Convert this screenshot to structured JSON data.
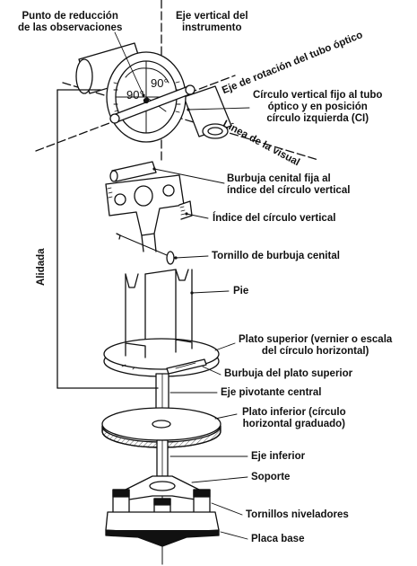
{
  "labels": {
    "reduction_point": [
      "Punto de reducción",
      "de las observaciones"
    ],
    "vertical_axis": [
      "Eje vertical del",
      "instrumento"
    ],
    "rotation_axis": "Eje de rotación del tubo óptico",
    "vertical_circle": [
      "Círculo vertical fijo al tubo",
      "óptico y en posición",
      "círculo izquierda (CI)"
    ],
    "line_of_sight": "Línea de la visual",
    "zenith_bubble": [
      "Burbuja cenital fija al",
      "índice del círculo vertical"
    ],
    "vc_index": "Índice del círculo vertical",
    "zenith_screw": "Tornillo de burbuja cenital",
    "foot": "Pie",
    "upper_plate": [
      "Plato superior (vernier o escala",
      "del círculo horizontal)"
    ],
    "upper_plate_bubble": "Burbuja del plato superior",
    "pivot_axis": "Eje pivotante central",
    "lower_plate": [
      "Plato inferior (círculo",
      "horizontal graduado)"
    ],
    "lower_axis": "Eje inferior",
    "support": "Soporte",
    "leveling_screws": "Tornillos niveladores",
    "base_plate": "Placa base",
    "alidade": "Alidada"
  },
  "degrees": [
    "90°",
    "90°"
  ],
  "colors": {
    "ink": "#111111",
    "paper": "#ffffff"
  }
}
